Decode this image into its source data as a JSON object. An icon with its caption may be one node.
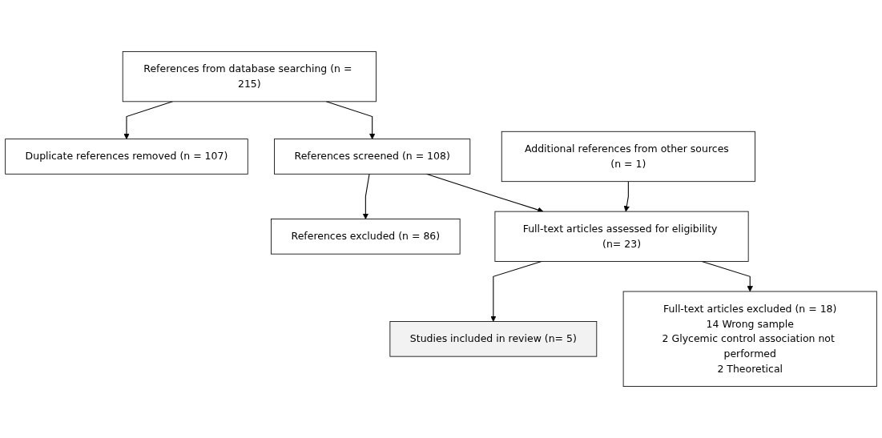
{
  "diagram": {
    "nodes": [
      {
        "text": [
          "References from database searching (n = 215)"
        ]
      },
      {
        "text": [
          "Duplicate references removed (n = 107)"
        ]
      },
      {
        "text": [
          "Additional references from other sources (n = 1)"
        ]
      },
      {
        "text": [
          "References screened (n = 108)"
        ]
      },
      {
        "text": [
          "References excluded (n = 86)"
        ]
      },
      {
        "text": [
          "Full-text articles assessed for eligibility (n= 23)"
        ]
      },
      {
        "text": [
          "Studies included in review (n= 5)"
        ]
      },
      {
        "text": [
          "Full-text articles excluded (n = 18)",
          "14 Wrong sample",
          "2 Glycemic control association not performed",
          "2 Theoretical"
        ]
      }
    ],
    "edges": [
      {
        "from": 0,
        "to": 1,
        "arrow": "to"
      },
      {
        "from": 0,
        "to": 3,
        "arrow": "to"
      },
      {
        "from": 3,
        "to": 4,
        "arrow": "to"
      },
      {
        "from": 2,
        "to": 5,
        "arrow": "to"
      },
      {
        "from": 3,
        "to": 5,
        "arrow": "to"
      },
      {
        "from": 5,
        "to": 6,
        "arrow": "to"
      },
      {
        "from": 5,
        "to": 7,
        "arrow": "to"
      }
    ]
  }
}
